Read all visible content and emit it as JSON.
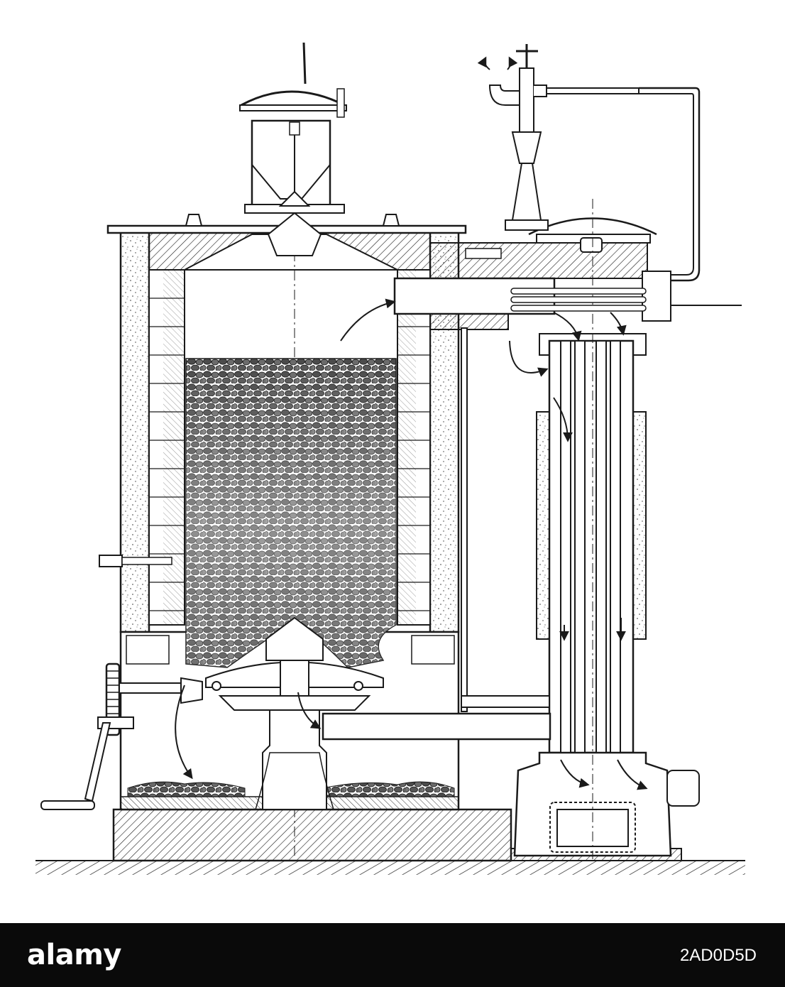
{
  "footer": {
    "brand": "alamy",
    "image_id": "2AD0D5D"
  },
  "colors": {
    "ink": "#1a1a1a",
    "paper": "#ffffff",
    "footer_bg": "#0a0a0a"
  },
  "icons": [
    "alamy-logo"
  ]
}
